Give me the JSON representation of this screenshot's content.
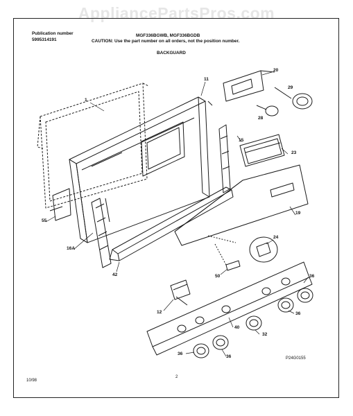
{
  "watermark": "AppliancePartsPros.com",
  "header": {
    "publication_label": "Publication number",
    "publication_number": "5995314191",
    "models": "MGF336BGWB, MGF336BGDB",
    "caution": "CAUTION:  Use the part number on all orders, not the position number.",
    "section": "BACKGUARD"
  },
  "footer": {
    "date": "10/98",
    "page": "2",
    "code": "P24G0155"
  },
  "callouts": [
    "1",
    "11",
    "20",
    "29",
    "28",
    "15",
    "23",
    "55",
    "19",
    "16A",
    "42",
    "24",
    "50",
    "36",
    "12",
    "36",
    "40",
    "32",
    "36",
    "36"
  ]
}
